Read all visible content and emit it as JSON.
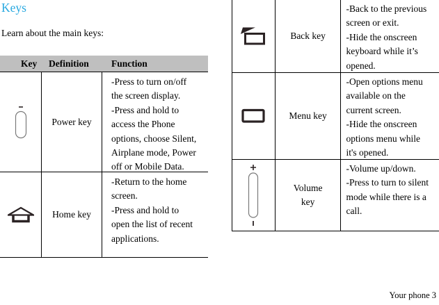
{
  "page": {
    "title": "Keys",
    "intro": "Learn about the main keys:",
    "footer": "Your phone 3"
  },
  "colors": {
    "accent": "#29A9E0",
    "table_header_bg": "#BFBFBF",
    "icon": "#2B2324"
  },
  "keys_table": {
    "headers": {
      "key": "Key",
      "definition": "Definition",
      "function": "Function"
    },
    "rows": [
      {
        "icon": "power-key-icon",
        "definition": "Power key",
        "function": "-Press to turn on/off\nthe screen display.\n-Press and hold to\naccess the Phone\noptions, choose Silent,\nAirplane mode, Power\noff or Mobile Data."
      },
      {
        "icon": "home-key-icon",
        "definition": "Home key",
        "function": "-Return to the home\nscreen.\n-Press and hold to\nopen the list of recent\napplications."
      }
    ]
  },
  "keys_table_continued": {
    "rows": [
      {
        "icon": "back-key-icon",
        "definition": "Back key",
        "function": "-Back to the previous\nscreen or exit.\n-Hide the onscreen\nkeyboard while it’s\nopened."
      },
      {
        "icon": "menu-key-icon",
        "definition": "Menu key",
        "function": "-Open options menu\navailable on the\ncurrent screen.\n-Hide the onscreen\noptions menu while\nit's opened."
      },
      {
        "icon": "volume-key-icon",
        "definition": "Volume key",
        "function": "-Volume up/down.\n-Press to turn to silent\nmode while there is a\ncall."
      }
    ]
  }
}
